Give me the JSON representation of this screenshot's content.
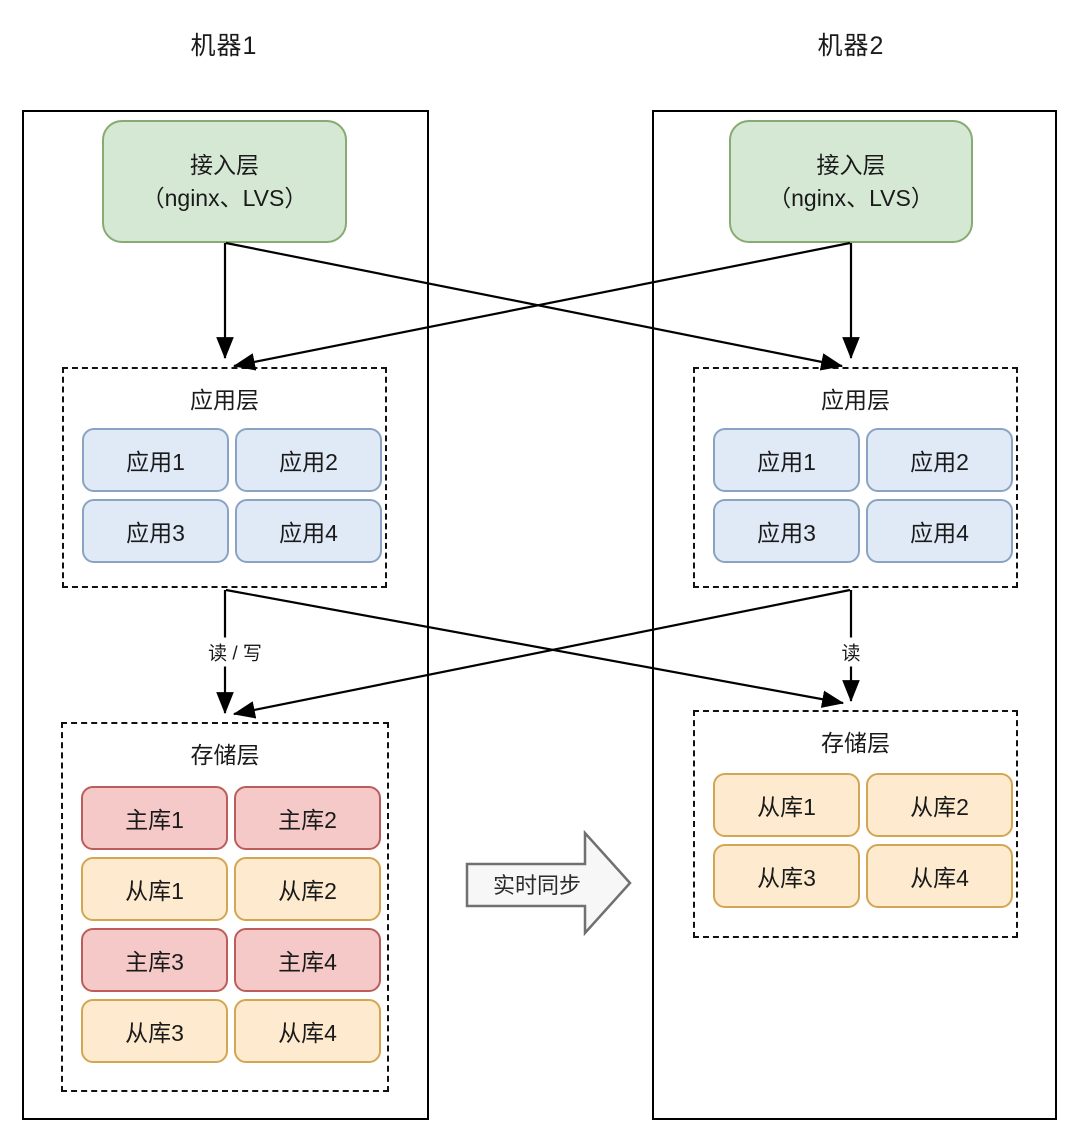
{
  "colors": {
    "access_fill": "#d5e8d4",
    "access_border": "#87ab72",
    "app_fill": "#e0eaf7",
    "app_border": "#8ba3c2",
    "master_fill": "#f5c9c8",
    "master_border": "#bb5d5a",
    "slave_fill": "#fdeacf",
    "slave_border": "#d2a653",
    "line": "#000000",
    "sync_fill": "#f7f7f7",
    "sync_border": "#707070"
  },
  "machines": [
    {
      "title": "机器1",
      "access_label": [
        "接入层",
        "（nginx、LVS）"
      ],
      "app_title": "应用层",
      "apps": [
        "应用1",
        "应用2",
        "应用3",
        "应用4"
      ],
      "storage_title": "存储层",
      "db_boxes": [
        {
          "label": "主库1",
          "role": "master"
        },
        {
          "label": "主库2",
          "role": "master"
        },
        {
          "label": "从库1",
          "role": "slave"
        },
        {
          "label": "从库2",
          "role": "slave"
        },
        {
          "label": "主库3",
          "role": "master"
        },
        {
          "label": "主库4",
          "role": "master"
        },
        {
          "label": "从库3",
          "role": "slave"
        },
        {
          "label": "从库4",
          "role": "slave"
        }
      ],
      "app_to_storage_label": "读 / 写"
    },
    {
      "title": "机器2",
      "access_label": [
        "接入层",
        "（nginx、LVS）"
      ],
      "app_title": "应用层",
      "apps": [
        "应用1",
        "应用2",
        "应用3",
        "应用4"
      ],
      "storage_title": "存储层",
      "db_boxes": [
        {
          "label": "从库1",
          "role": "slave"
        },
        {
          "label": "从库2",
          "role": "slave"
        },
        {
          "label": "从库3",
          "role": "slave"
        },
        {
          "label": "从库4",
          "role": "slave"
        }
      ],
      "app_to_storage_label": "读"
    }
  ],
  "sync_label": "实时同步"
}
